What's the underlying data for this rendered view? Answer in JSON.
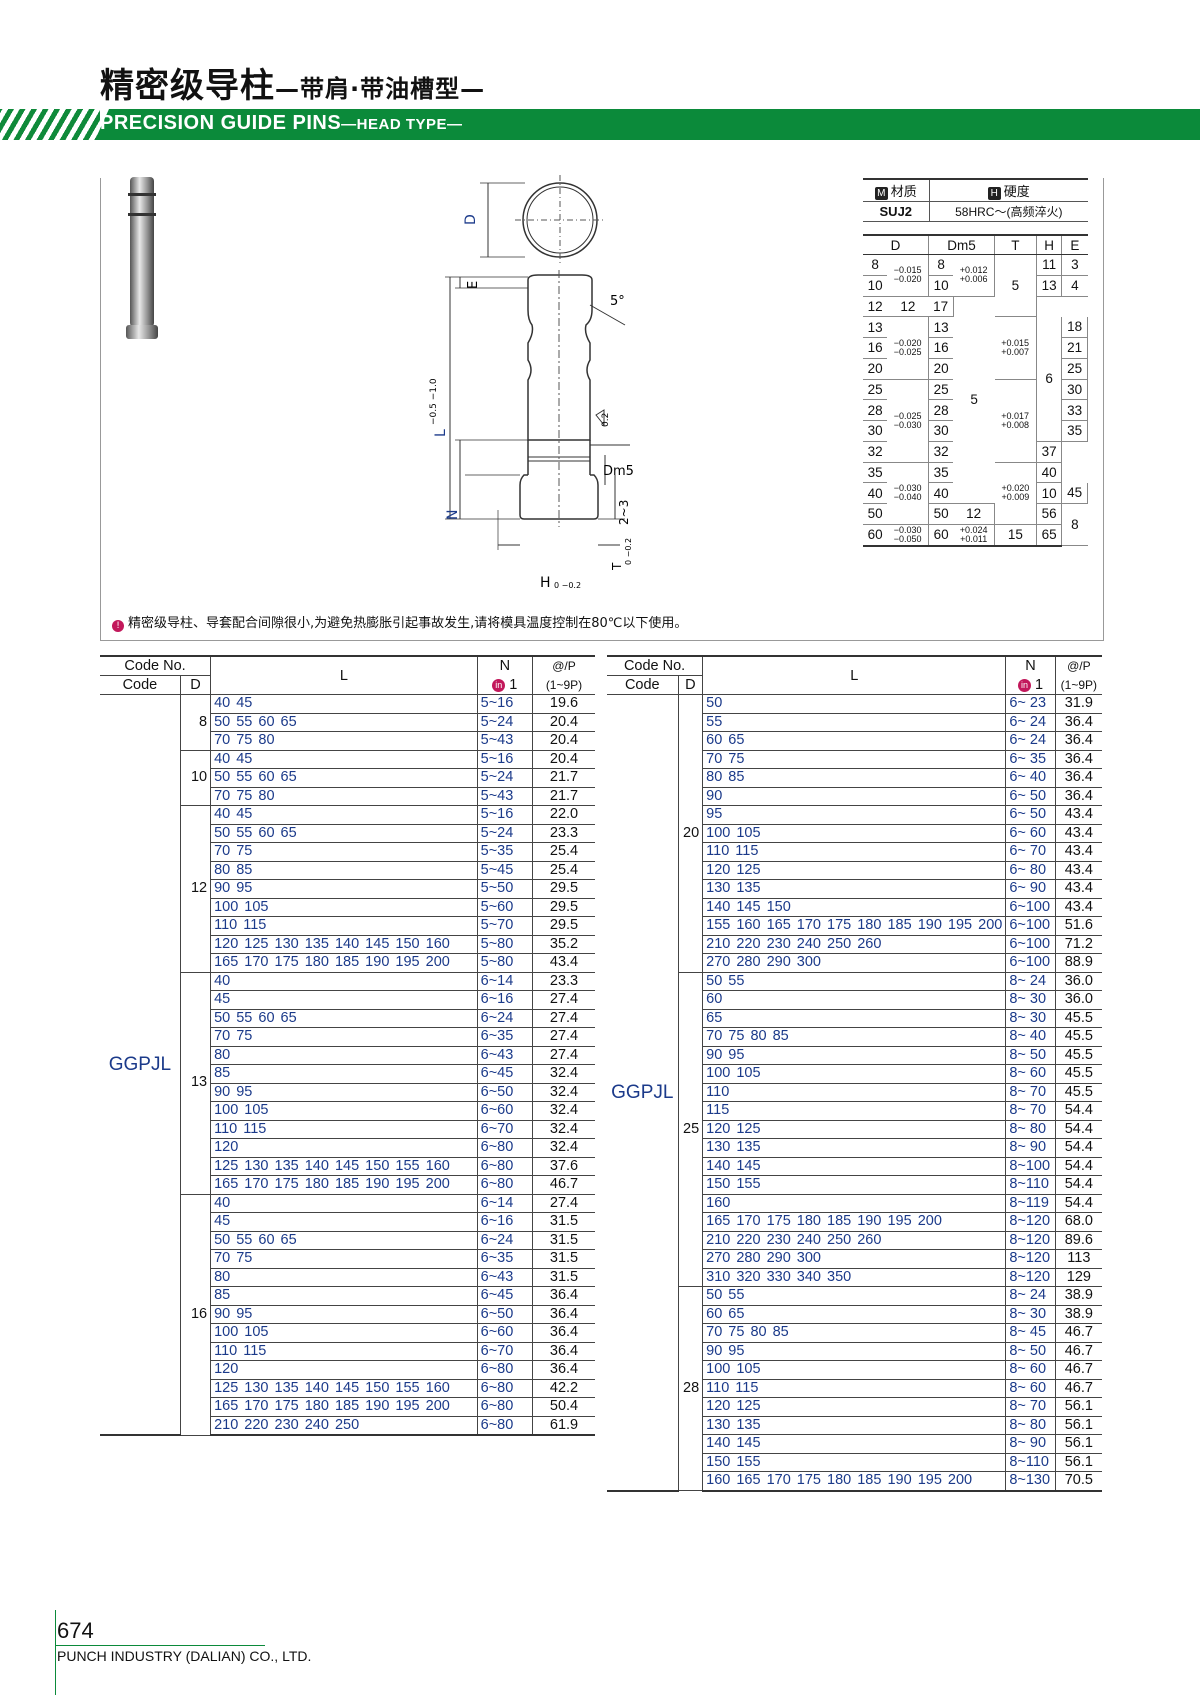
{
  "header": {
    "title": "精密级导柱",
    "subtitle": "—带肩·带油槽型—",
    "en_title": "PRECISION GUIDE PINS",
    "en_sub": "—HEAD TYPE—"
  },
  "drawing": {
    "labels": {
      "D": "D",
      "E": "E",
      "L": "L",
      "L_tol": "−0.5 −1.0",
      "N": "N",
      "Dm5": "Dm5",
      "angle": "5°",
      "ra": "0.2",
      "groove": "2~3",
      "T": "T",
      "T_tol": "0 −0.2",
      "H": "H",
      "H_tol": "0 −0.2"
    }
  },
  "material": {
    "m_mark": "M",
    "m_label": "材质",
    "h_mark": "H",
    "h_label": "硬度",
    "m_value": "SUJ2",
    "h_value": "58HRC～(高频淬火)"
  },
  "dims": {
    "headers": [
      "D",
      "Dm5",
      "T",
      "H",
      "E"
    ],
    "rows": [
      {
        "d": "8",
        "dt": "−0.015\n−0.020",
        "dm": "8",
        "dmt": "+0.012\n+0.006",
        "t": "",
        "h": "11",
        "e": ""
      },
      {
        "d": "10",
        "dm": "10",
        "t": "5",
        "h": "13",
        "e": "4"
      },
      {
        "d": "12",
        "dm": "12",
        "h": "17"
      },
      {
        "d": "13",
        "dt": "−0.020\n−0.025",
        "dm": "13",
        "dmt": "+0.015\n+0.007",
        "h": "18"
      },
      {
        "d": "16",
        "dm": "16",
        "t": "6",
        "h": "21"
      },
      {
        "d": "20",
        "dm": "20",
        "h": "25"
      },
      {
        "d": "25",
        "dt": "−0.025\n−0.030",
        "dm": "25",
        "dmt": "+0.017\n+0.008",
        "h": "30",
        "e": "5"
      },
      {
        "d": "28",
        "dm": "28",
        "h": "33"
      },
      {
        "d": "30",
        "dm": "30",
        "t": "8",
        "h": "35"
      },
      {
        "d": "32",
        "dm": "32",
        "h": "37"
      },
      {
        "d": "35",
        "dt": "−0.030\n−0.040",
        "dm": "35",
        "dmt": "+0.020\n+0.009",
        "h": "40"
      },
      {
        "d": "40",
        "dm": "40",
        "t": "10",
        "h": "45"
      },
      {
        "d": "50",
        "dm": "50",
        "t": "12",
        "h": "56",
        "e": "8"
      },
      {
        "d": "60",
        "dt": "−0.030\n−0.050",
        "dm": "60",
        "dmt": "+0.024\n+0.011",
        "t": "15",
        "h": "65"
      }
    ],
    "e_first": "3"
  },
  "note": "精密级导柱、导套配合间隙很小,为避免热膨胀引起事故发生,请将模具温度控制在80℃以下使用。",
  "table_headers": {
    "code_no": "Code No.",
    "code": "Code",
    "d": "D",
    "l": "L",
    "n": "N",
    "n_unit": "1",
    "n_badge": "in",
    "price": "@/P",
    "price_range": "(1~9P)"
  },
  "left_table": {
    "code": "GGPJL",
    "groups": [
      {
        "d": "8",
        "rows": [
          [
            "40  45",
            "5~16",
            "19.6"
          ],
          [
            "50  55  60  65",
            "5~24",
            "20.4"
          ],
          [
            "70  75  80",
            "5~43",
            "20.4"
          ]
        ]
      },
      {
        "d": "10",
        "rows": [
          [
            "40  45",
            "5~16",
            "20.4"
          ],
          [
            "50  55  60  65",
            "5~24",
            "21.7"
          ],
          [
            "70  75  80",
            "5~43",
            "21.7"
          ]
        ]
      },
      {
        "d": "12",
        "rows": [
          [
            "40  45",
            "5~16",
            "22.0"
          ],
          [
            "50  55  60  65",
            "5~24",
            "23.3"
          ],
          [
            "70  75",
            "5~35",
            "25.4"
          ],
          [
            "80  85",
            "5~45",
            "25.4"
          ],
          [
            "90  95",
            "5~50",
            "29.5"
          ],
          [
            "100 105",
            "5~60",
            "29.5"
          ],
          [
            "110 115",
            "5~70",
            "29.5"
          ],
          [
            "120 125 130 135 140 145 150 160",
            "5~80",
            "35.2"
          ],
          [
            "165 170 175 180 185 190 195 200",
            "5~80",
            "43.4"
          ]
        ]
      },
      {
        "d": "13",
        "rows": [
          [
            "40",
            "6~14",
            "23.3"
          ],
          [
            "45",
            "6~16",
            "27.4"
          ],
          [
            "50  55  60  65",
            "6~24",
            "27.4"
          ],
          [
            "70  75",
            "6~35",
            "27.4"
          ],
          [
            "80",
            "6~43",
            "27.4"
          ],
          [
            "85",
            "6~45",
            "32.4"
          ],
          [
            "90  95",
            "6~50",
            "32.4"
          ],
          [
            "100 105",
            "6~60",
            "32.4"
          ],
          [
            "110 115",
            "6~70",
            "32.4"
          ],
          [
            "120",
            "6~80",
            "32.4"
          ],
          [
            "125 130 135 140 145 150 155 160",
            "6~80",
            "37.6"
          ],
          [
            "165 170 175 180 185 190 195 200",
            "6~80",
            "46.7"
          ]
        ]
      },
      {
        "d": "16",
        "rows": [
          [
            "40",
            "6~14",
            "27.4"
          ],
          [
            "45",
            "6~16",
            "31.5"
          ],
          [
            "50  55  60  65",
            "6~24",
            "31.5"
          ],
          [
            "70  75",
            "6~35",
            "31.5"
          ],
          [
            "80",
            "6~43",
            "31.5"
          ],
          [
            "85",
            "6~45",
            "36.4"
          ],
          [
            "90  95",
            "6~50",
            "36.4"
          ],
          [
            "100 105",
            "6~60",
            "36.4"
          ],
          [
            "110 115",
            "6~70",
            "36.4"
          ],
          [
            "120",
            "6~80",
            "36.4"
          ],
          [
            "125 130 135 140 145 150 155 160",
            "6~80",
            "42.2"
          ],
          [
            "165 170 175 180 185 190 195 200",
            "6~80",
            "50.4"
          ],
          [
            "210 220 230 240 250",
            "6~80",
            "61.9"
          ]
        ]
      }
    ]
  },
  "right_table": {
    "code": "GGPJL",
    "groups": [
      {
        "d": "20",
        "rows": [
          [
            "50",
            "6~ 23",
            "31.9"
          ],
          [
            "55",
            "6~ 24",
            "36.4"
          ],
          [
            "60  65",
            "6~ 24",
            "36.4"
          ],
          [
            "70  75",
            "6~ 35",
            "36.4"
          ],
          [
            "80  85",
            "6~ 40",
            "36.4"
          ],
          [
            "90",
            "6~ 50",
            "36.4"
          ],
          [
            "95",
            "6~ 50",
            "43.4"
          ],
          [
            "100 105",
            "6~ 60",
            "43.4"
          ],
          [
            "110 115",
            "6~ 70",
            "43.4"
          ],
          [
            "120 125",
            "6~ 80",
            "43.4"
          ],
          [
            "130 135",
            "6~ 90",
            "43.4"
          ],
          [
            "140 145 150",
            "6~100",
            "43.4"
          ],
          [
            "155 160 165 170 175 180 185 190 195 200",
            "6~100",
            "51.6"
          ],
          [
            "210 220 230 240 250 260",
            "6~100",
            "71.2"
          ],
          [
            "270 280 290 300",
            "6~100",
            "88.9"
          ]
        ]
      },
      {
        "d": "25",
        "rows": [
          [
            "50  55",
            "8~ 24",
            "36.0"
          ],
          [
            "60",
            "8~ 30",
            "36.0"
          ],
          [
            "65",
            "8~ 30",
            "45.5"
          ],
          [
            "70  75  80  85",
            "8~ 40",
            "45.5"
          ],
          [
            "90  95",
            "8~ 50",
            "45.5"
          ],
          [
            "100 105",
            "8~ 60",
            "45.5"
          ],
          [
            "110",
            "8~ 70",
            "45.5"
          ],
          [
            "115",
            "8~ 70",
            "54.4"
          ],
          [
            "120 125",
            "8~ 80",
            "54.4"
          ],
          [
            "130 135",
            "8~ 90",
            "54.4"
          ],
          [
            "140 145",
            "8~100",
            "54.4"
          ],
          [
            "150 155",
            "8~110",
            "54.4"
          ],
          [
            "160",
            "8~119",
            "54.4"
          ],
          [
            "165 170 175 180 185 190 195 200",
            "8~120",
            "68.0"
          ],
          [
            "210 220 230 240 250 260",
            "8~120",
            "89.6"
          ],
          [
            "270 280 290 300",
            "8~120",
            "113"
          ],
          [
            "310 320 330 340 350",
            "8~120",
            "129"
          ]
        ]
      },
      {
        "d": "28",
        "rows": [
          [
            "50  55",
            "8~ 24",
            "38.9"
          ],
          [
            "60  65",
            "8~ 30",
            "38.9"
          ],
          [
            "70  75  80  85",
            "8~ 45",
            "46.7"
          ],
          [
            "90  95",
            "8~ 50",
            "46.7"
          ],
          [
            "100 105",
            "8~ 60",
            "46.7"
          ],
          [
            "110 115",
            "8~ 60",
            "46.7"
          ],
          [
            "120 125",
            "8~ 70",
            "56.1"
          ],
          [
            "130 135",
            "8~ 80",
            "56.1"
          ],
          [
            "140 145",
            "8~ 90",
            "56.1"
          ],
          [
            "150 155",
            "8~110",
            "56.1"
          ],
          [
            "160 165 170 175 180 185 190 195 200",
            "8~130",
            "70.5"
          ]
        ]
      }
    ]
  },
  "footer": {
    "page": "674",
    "company": "PUNCH INDUSTRY (DALIAN) CO., LTD."
  },
  "colors": {
    "brand_green": "#0b8a3a",
    "link_blue": "#1b3a8a",
    "accent_magenta": "#c2185b"
  }
}
